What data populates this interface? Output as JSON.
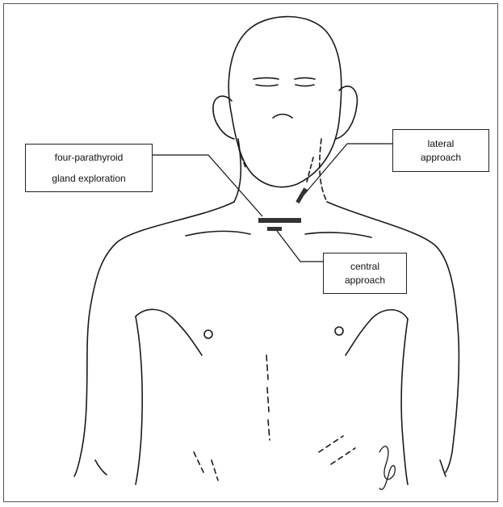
{
  "labels": {
    "four_parathyroid": [
      "four-parathyroid",
      "gland exploration"
    ],
    "lateral": [
      "lateral",
      "approach"
    ],
    "central": [
      "central",
      "approach"
    ]
  },
  "colors": {
    "line": "#1a1a1a",
    "incision": "#333333",
    "background": "#ffffff"
  }
}
